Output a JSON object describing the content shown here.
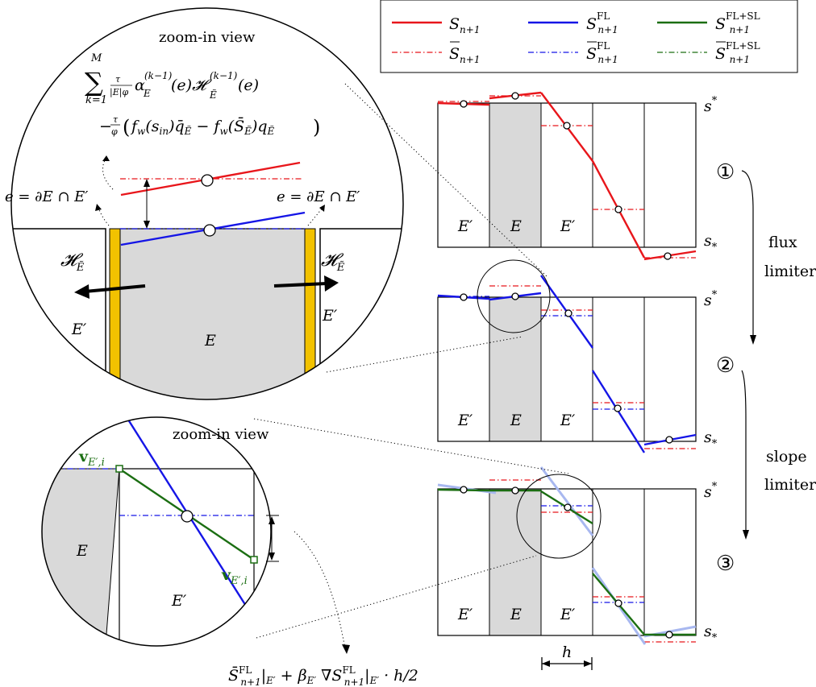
{
  "legend": {
    "items": [
      {
        "base": "S",
        "accent": "",
        "sup": "",
        "sub": "n+1",
        "color": "#e8161b",
        "style": "solid"
      },
      {
        "base": "S",
        "accent": "",
        "sup": "FL",
        "sub": "n+1",
        "color": "#1515e6",
        "style": "solid"
      },
      {
        "base": "S",
        "accent": "",
        "sup": "FL+SL",
        "sub": "n+1",
        "color": "#1b6e12",
        "style": "solid"
      },
      {
        "base": "S",
        "accent": "bar",
        "sup": "",
        "sub": "n+1",
        "color": "#e8161b",
        "style": "dashdot"
      },
      {
        "base": "S",
        "accent": "bar",
        "sup": "FL",
        "sub": "n+1",
        "color": "#1515e6",
        "style": "dashdot"
      },
      {
        "base": "S",
        "accent": "bar",
        "sup": "FL+SL",
        "sub": "n+1",
        "color": "#1b6e12",
        "style": "dashdot"
      }
    ]
  },
  "steps": {
    "step1": "①",
    "step2": "②",
    "step3": "③",
    "flux_label_1": "flux",
    "flux_label_2": "limiter",
    "slope_label_1": "slope",
    "slope_label_2": "limiter"
  },
  "panels": {
    "cell_E_prime": "E′",
    "cell_E": "E",
    "s_upper": "s*",
    "s_lower": "s*",
    "h_label": "h"
  },
  "zoom_top": {
    "title": "zoom-in view",
    "formula_line1_sum": "∑",
    "formula_line1_lower": "k=1",
    "formula_line1_upper": "M",
    "formula_line1_text": "τ/(|E|φ) α_E^(k−1)(e) 𝓗_Ẽ^(k−1)(e)",
    "formula_line2_text": "−τ/φ ( f_w(s_in) q̄_Ẽ − f_w(S̄_Ẽ) q_Ẽ )",
    "edge_label_left": "e = ∂E ∩ E′",
    "edge_label_right": "e = ∂E ∩ E′",
    "flux_symbol": "𝓗_Ẽ",
    "cell_E_prime": "E′",
    "cell_E": "E"
  },
  "zoom_bottom": {
    "title": "zoom-in view",
    "vertex_label": "v_{E′,i}",
    "cell_E": "E",
    "cell_E_prime": "E′",
    "bottom_formula": "S̄_{n+1}^FL|_{E′} + β_{E′} ∇S_{n+1}^FL|_{E′} · h/2"
  },
  "colors": {
    "red": "#e8161b",
    "blue": "#1515e6",
    "green": "#1b6e12",
    "yellow": "#f2c200",
    "shade": "#d9d9d9"
  }
}
